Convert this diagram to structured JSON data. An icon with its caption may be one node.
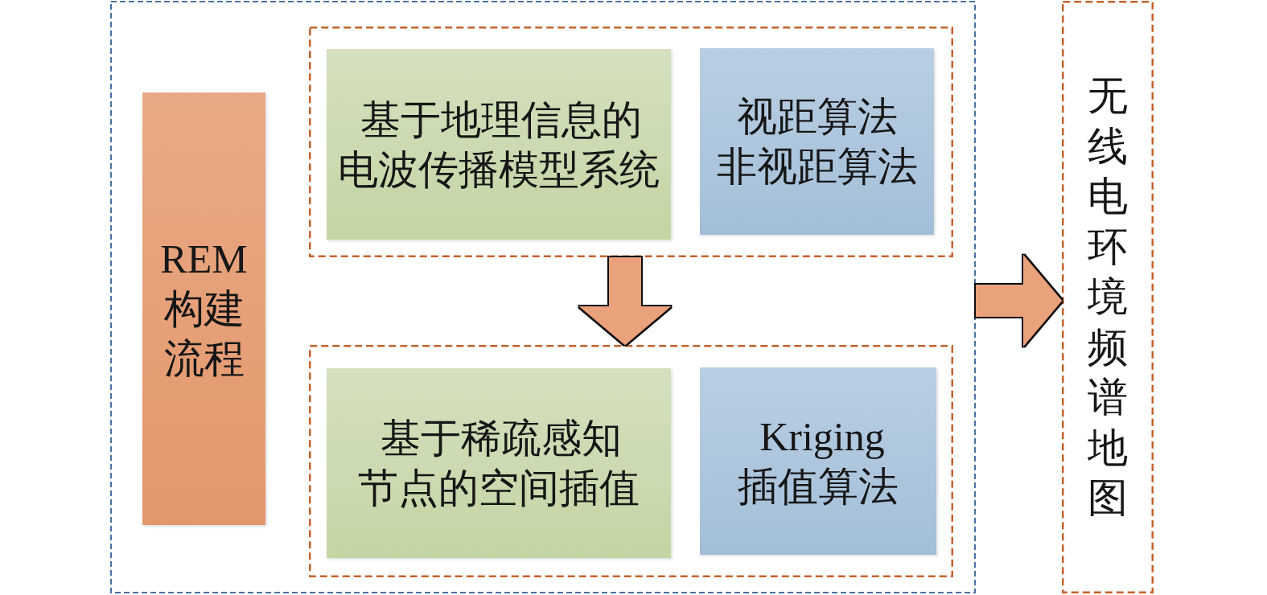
{
  "diagram": {
    "nodes": [
      {
        "text": [],
        "shape": "box"
      },
      {
        "text": [
          "REM构建流程"
        ],
        "in": 0
      },
      {
        "text": [],
        "shape": "box",
        "in": 0
      },
      {
        "text": [
          "基于地理信息的电波传播模型系统"
        ],
        "in": 2
      },
      {
        "text": [
          "视距算法",
          "非视距算法"
        ],
        "in": 2
      },
      {
        "text": [],
        "shape": "box",
        "in": 0
      },
      {
        "text": [
          "基于稀疏感知节点的空间插值"
        ],
        "in": 5
      },
      {
        "text": [
          "Kriging插值算法"
        ],
        "in": 5
      },
      {
        "text": [
          "无线电环境频谱地图"
        ]
      }
    ],
    "edges": [
      {
        "from": 2,
        "to": 5,
        "arrow": "to"
      },
      {
        "from": 0,
        "to": 8,
        "arrow": "to"
      }
    ]
  }
}
